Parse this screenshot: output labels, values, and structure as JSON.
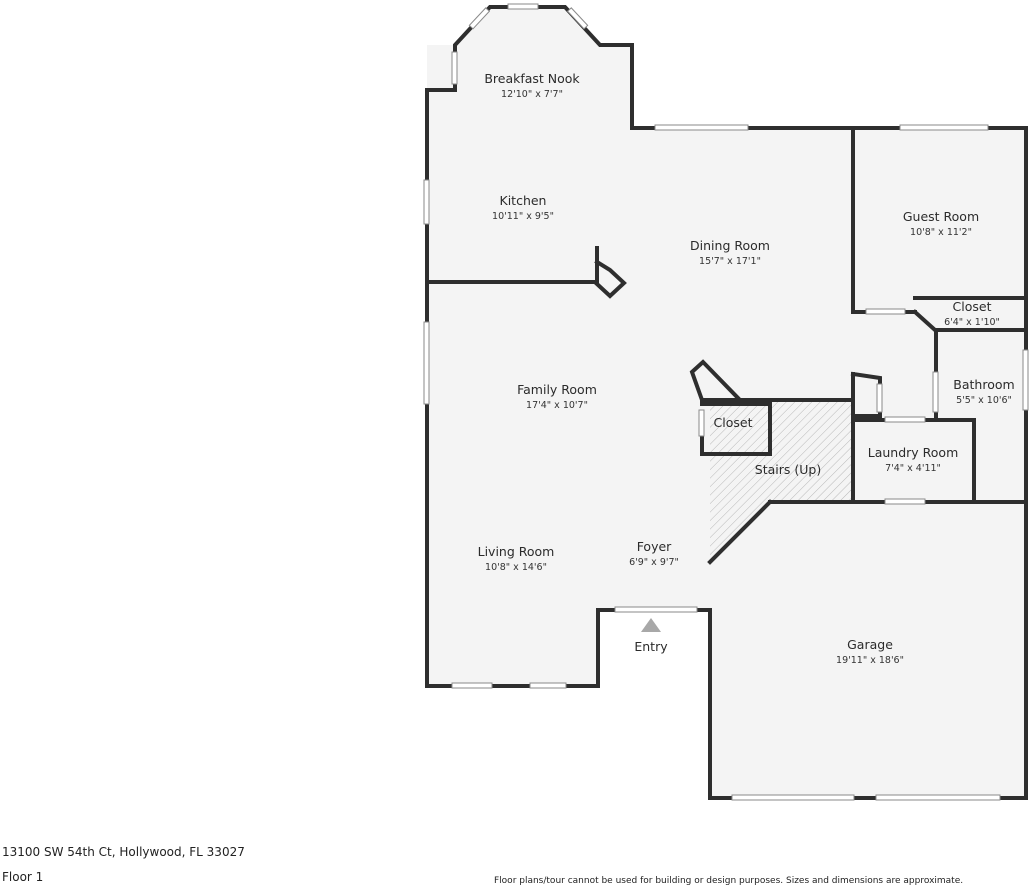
{
  "rooms": {
    "breakfast_nook": {
      "name": "Breakfast Nook",
      "dims": "12'10\" x 7'7\""
    },
    "kitchen": {
      "name": "Kitchen",
      "dims": "10'11\" x 9'5\""
    },
    "dining_room": {
      "name": "Dining Room",
      "dims": "15'7\" x 17'1\""
    },
    "guest_room": {
      "name": "Guest Room",
      "dims": "10'8\" x 11'2\""
    },
    "closet_upper": {
      "name": "Closet",
      "dims": "6'4\" x 1'10\""
    },
    "bathroom": {
      "name": "Bathroom",
      "dims": "5'5\" x 10'6\""
    },
    "family_room": {
      "name": "Family Room",
      "dims": "17'4\" x 10'7\""
    },
    "closet_lower": {
      "name": "Closet"
    },
    "stairs": {
      "name": "Stairs (Up)"
    },
    "laundry_room": {
      "name": "Laundry Room",
      "dims": "7'4\" x 4'11\""
    },
    "living_room": {
      "name": "Living Room",
      "dims": "10'8\" x 14'6\""
    },
    "foyer": {
      "name": "Foyer",
      "dims": "6'9\" x 9'7\""
    },
    "entry": {
      "name": "Entry"
    },
    "garage": {
      "name": "Garage",
      "dims": "19'11\" x 18'6\""
    }
  },
  "footer": {
    "address": "13100 SW 54th Ct, Hollywood, FL 33027",
    "floor": "Floor 1",
    "disclaimer": "Floor plans/tour cannot be used for building or design purposes. Sizes and dimensions are approximate."
  },
  "colors": {
    "wall": "#2e2e2e",
    "floor": "#f4f4f4",
    "window": "#ffffff"
  }
}
